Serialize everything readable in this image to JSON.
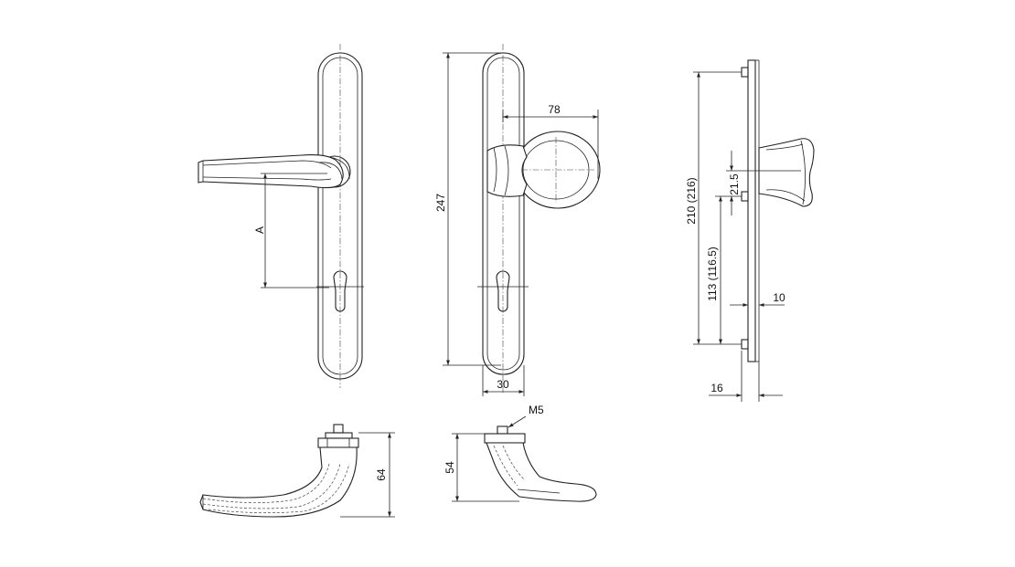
{
  "dimensions": {
    "a": "A",
    "d247": "247",
    "d78": "78",
    "d30": "30",
    "m5": "M5",
    "d210": "210  (216)",
    "d113": "113  (116.5)",
    "d21_5": "21.5",
    "d10": "10",
    "d16": "16",
    "d64": "64",
    "d54": "54"
  }
}
